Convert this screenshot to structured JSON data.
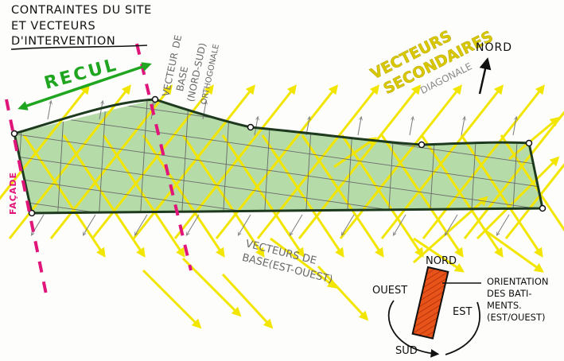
{
  "title": {
    "line1": "CONTRAINTES DU SITE",
    "line2": "ET VECTEURS",
    "line3": "D'INTERVENTION"
  },
  "labels": {
    "recul": "RECUL",
    "facade": "FAÇADE",
    "vecteur_base_ns": [
      "VECTEUR",
      "DE",
      "BASE",
      "(NORD-SUD)",
      "ORTHOGONALE"
    ],
    "vecteurs_secondaires": [
      "VECTEURS",
      "SECONDAIRES"
    ],
    "diagonale": "DIAGONALE",
    "nord_top": "NORD",
    "vecteurs_base_eo": [
      "VECTEURS DE",
      "BASE(EST-OUEST)"
    ],
    "compass": {
      "nord": "NORD",
      "sud": "SUD",
      "ouest": "OUEST",
      "est": "EST"
    },
    "orientation": [
      "ORIENTATION",
      "DES BATI-",
      "MENTS.",
      "(EST/OUEST)"
    ]
  },
  "colors": {
    "yellow": "#f2e600",
    "green_fill": "#9ccf8c",
    "outline": "#1e3a1e",
    "magenta": "#e0157a",
    "green_arrow": "#1fa51f",
    "orange": "#e8531a",
    "grid": "#7a7a7a",
    "ink": "#111111"
  }
}
